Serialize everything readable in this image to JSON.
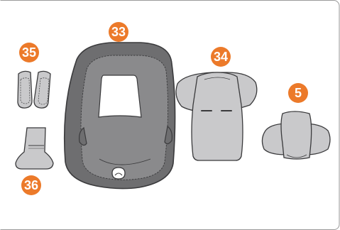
{
  "colors": {
    "badge": "#ec7a2a",
    "shell_dark": "#6e6e70",
    "shell_mid": "#8a8a8c",
    "part_light": "#c9c9cb",
    "outline": "#3a3a3c",
    "frame": "#9a9a9a"
  },
  "callouts": {
    "pads": "35",
    "seat_cover": "33",
    "headrest_insert": "34",
    "body_insert": "5",
    "crotch_pad": "36"
  }
}
